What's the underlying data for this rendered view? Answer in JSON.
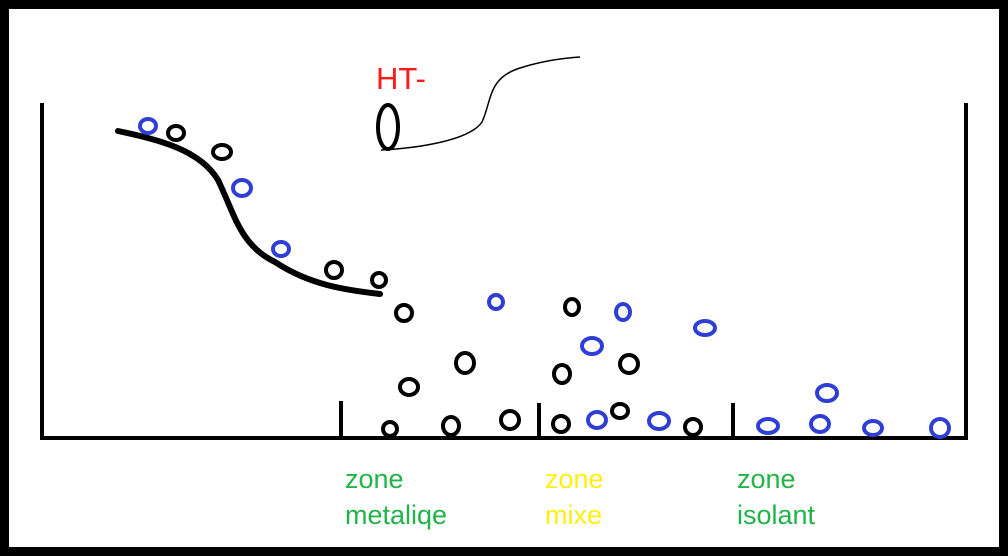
{
  "electrode_label": {
    "text": "HT-",
    "color": "#ff1a1a"
  },
  "zones": [
    {
      "line1": "zone",
      "line2": "metaliqe",
      "color": "#22b34a"
    },
    {
      "line1": "zone",
      "line2": "mixe",
      "color": "#ffee11"
    },
    {
      "line1": "zone",
      "line2": "isolant",
      "color": "#22b34a"
    }
  ],
  "particle_colors": {
    "blue": "#2f3fd6",
    "black": "#000000"
  }
}
